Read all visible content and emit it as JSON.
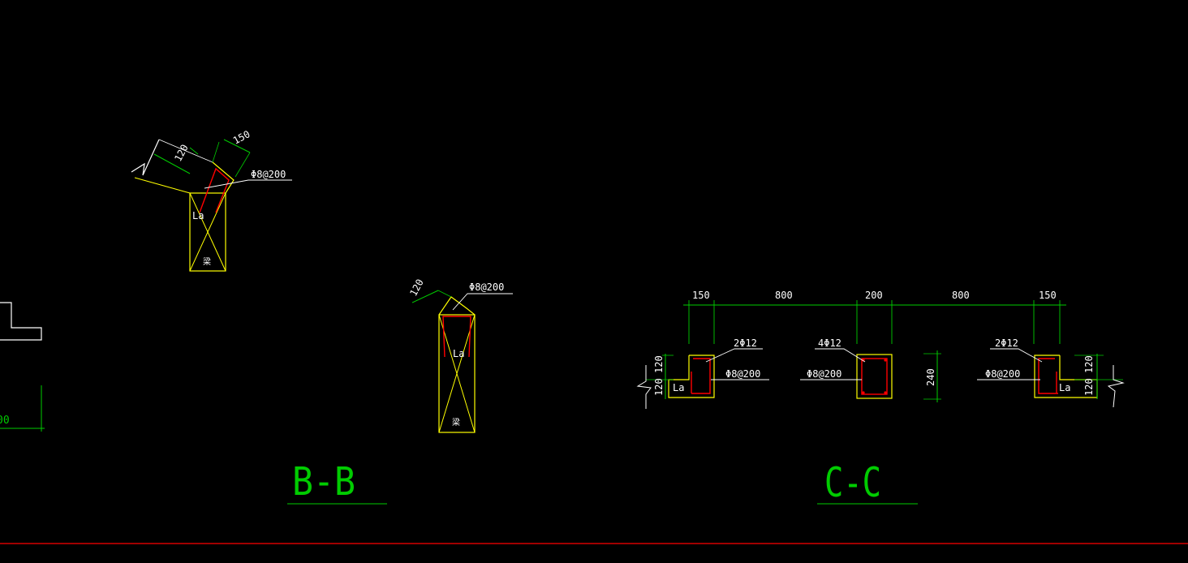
{
  "colors": {
    "background": "#000000",
    "dimension": "#00cc00",
    "outline": "#ffff00",
    "rebar": "#ff0000",
    "leader": "#ffffff",
    "frame_line": "#ff0000"
  },
  "left_edge": {
    "dim_fragment": "00"
  },
  "detail_a": {
    "dim_120": "120",
    "dim_150": "150",
    "rebar_note": "Φ8@200",
    "la_label": "La",
    "beam_label": "梁"
  },
  "detail_b": {
    "dim_120": "120",
    "rebar_note": "Φ8@200",
    "la_label": "La",
    "beam_label": "梁"
  },
  "section_bb": {
    "title": "B-B"
  },
  "section_cc": {
    "title": "C-C",
    "top_dims": [
      "150",
      "800",
      "200",
      "800",
      "150"
    ],
    "left_col": {
      "bar_note": "2Φ12",
      "stirrup_note": "Φ8@200",
      "dim_a": "120",
      "dim_b": "120",
      "la_label": "La"
    },
    "middle_col": {
      "bar_note": "4Φ12",
      "stirrup_note": "Φ8@200",
      "dim_height": "240"
    },
    "right_col": {
      "bar_note": "2Φ12",
      "stirrup_note": "Φ8@200",
      "dim_a": "120",
      "dim_b": "120",
      "la_label": "La"
    }
  }
}
